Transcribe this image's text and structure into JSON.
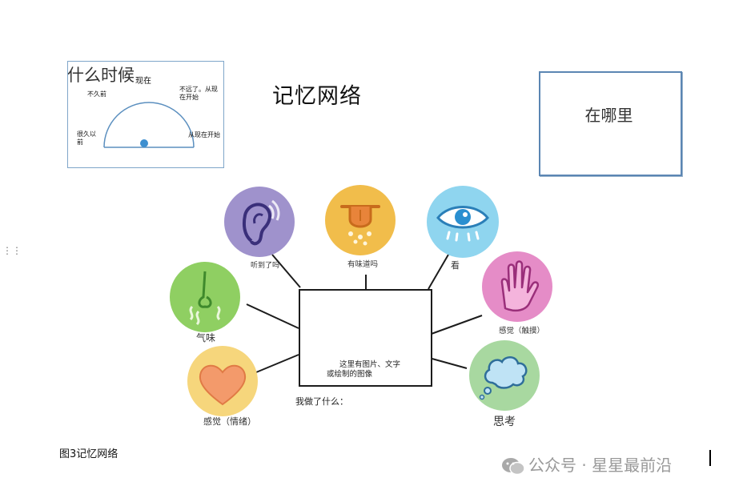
{
  "title": "记忆网络",
  "time_box": {
    "title": "什么时候",
    "labels": {
      "now": "现在",
      "not_long_ago": "不久前",
      "soon": "不远了。从现在开始",
      "long_ago": "很久以前",
      "from_now": "从现在开始"
    }
  },
  "where_box": {
    "label": "在哪里"
  },
  "center": {
    "text_line1": "这里有图片、文字",
    "text_line2": "或绘制的图像",
    "did": "我做了什么："
  },
  "senses": {
    "hear": "听到了吗",
    "taste": "有味道吗",
    "see": "看",
    "smell": "气味",
    "touch": "感觉（触摸）",
    "feel": "感觉（情绪）",
    "think": "思考"
  },
  "caption": "图3记忆网络",
  "watermark": "公众号 · 星星最前沿",
  "colors": {
    "hear_bg": "#9f92cc",
    "taste_bg": "#f1bd4b",
    "see_bg": "#8fd5ef",
    "smell_bg": "#8fcf62",
    "touch_bg": "#e58cc7",
    "feel_bg": "#f6d67c",
    "think_bg": "#a8d8a0",
    "line": "#1c1c1c"
  },
  "icons": [
    "ear-icon",
    "tongue-icon",
    "eye-icon",
    "nose-icon",
    "hand-icon",
    "heart-icon",
    "thought-cloud-icon",
    "wechat-icon"
  ]
}
